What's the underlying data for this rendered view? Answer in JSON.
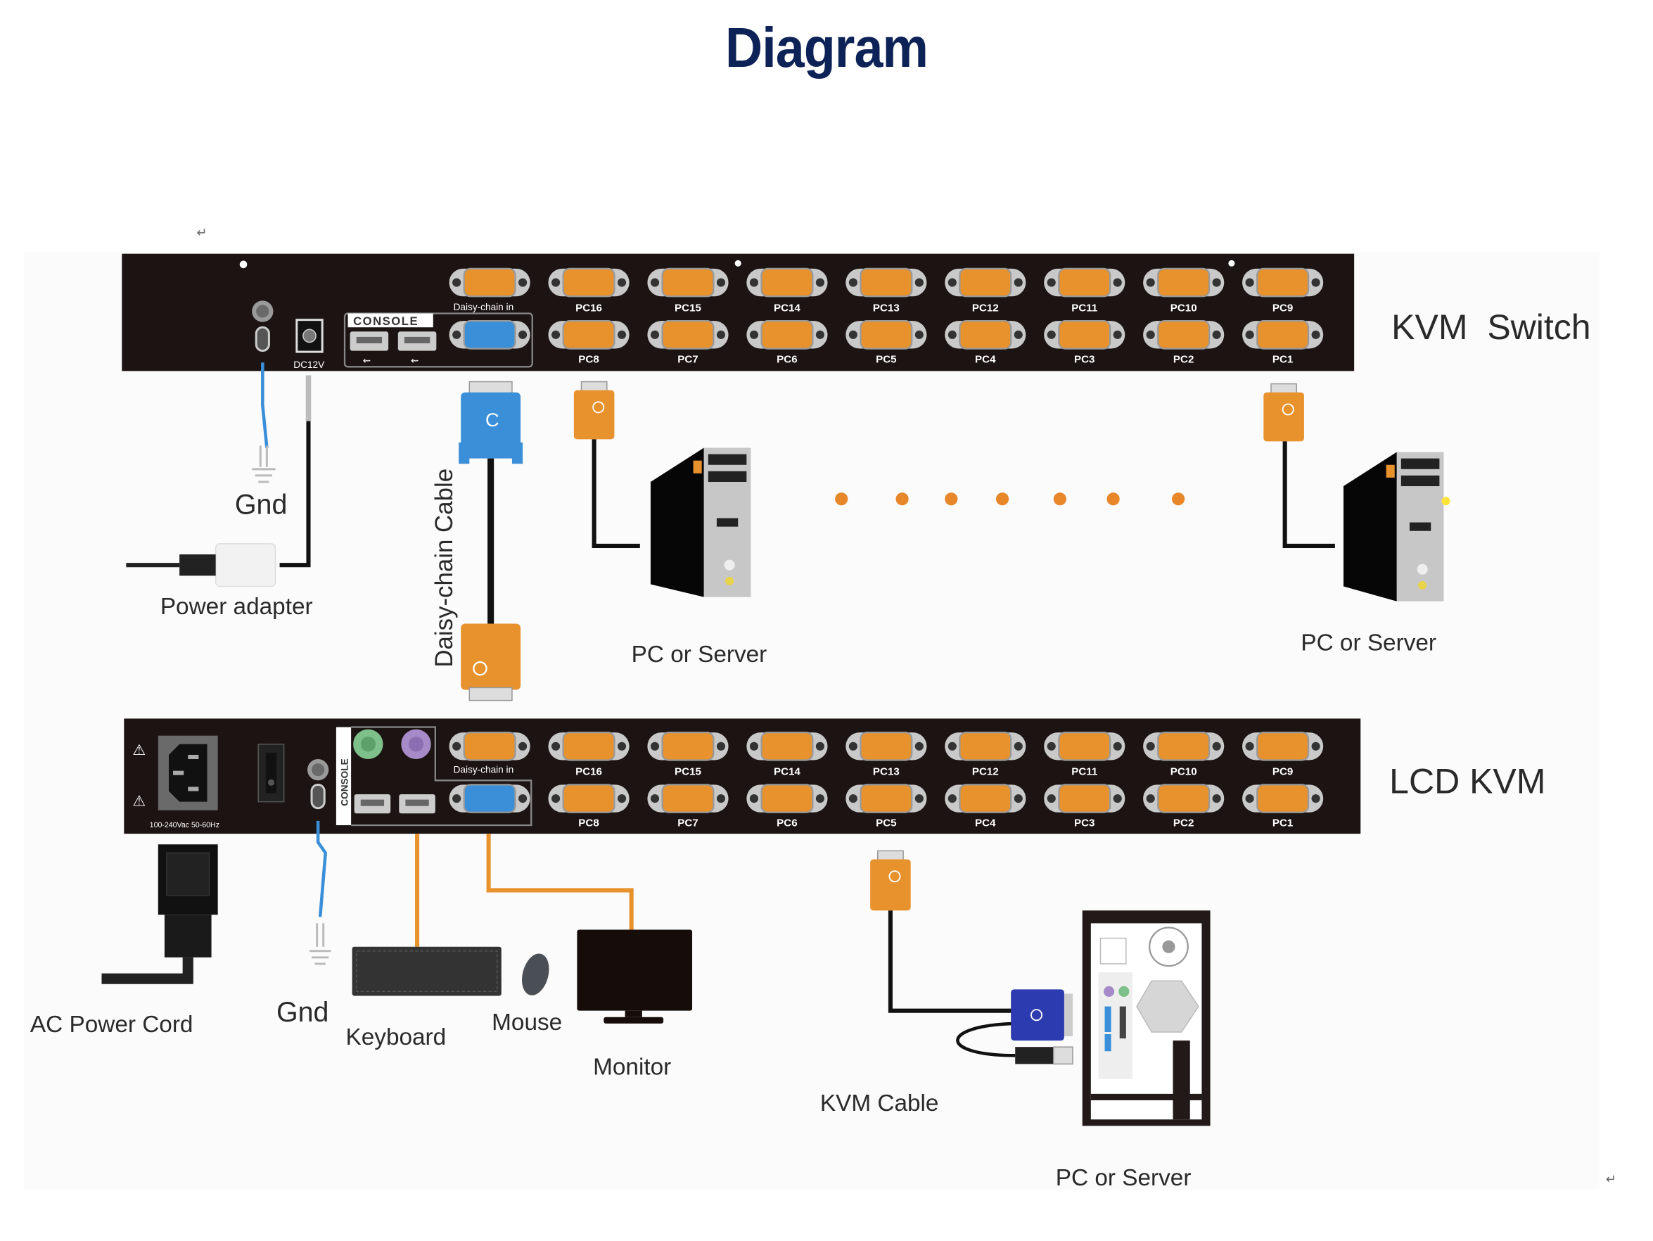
{
  "title": "Diagram",
  "devices": {
    "kvm_switch": {
      "label": "KVM  Switch",
      "console_label": "CONSOLE",
      "daisy_chain_in_label": "Daisy-chain in",
      "dc_label": "DC12V",
      "ports_top": [
        "PC16",
        "PC15",
        "PC14",
        "PC13",
        "PC12",
        "PC11",
        "PC10",
        "PC9"
      ],
      "ports_bottom": [
        "PC8",
        "PC7",
        "PC6",
        "PC5",
        "PC4",
        "PC3",
        "PC2",
        "PC1"
      ]
    },
    "lcd_kvm": {
      "label": "LCD KVM",
      "console_label": "CONSOLE",
      "daisy_chain_in_label": "Daisy-chain in",
      "power_rating": "100-240Vac 50-60Hz",
      "ports_top": [
        "PC16",
        "PC15",
        "PC14",
        "PC13",
        "PC12",
        "PC11",
        "PC10",
        "PC9"
      ],
      "ports_bottom": [
        "PC8",
        "PC7",
        "PC6",
        "PC5",
        "PC4",
        "PC3",
        "PC2",
        "PC1"
      ]
    }
  },
  "labels": {
    "gnd_top": "Gnd",
    "power_adapter": "Power adapter",
    "daisy_chain_cable": "Daisy-chain Cable",
    "pc_server_1": "PC or Server",
    "pc_server_2": "PC or Server",
    "ac_power_cord": "AC Power Cord",
    "gnd_bottom": "Gnd",
    "keyboard": "Keyboard",
    "mouse": "Mouse",
    "monitor": "Monitor",
    "kvm_cable": "KVM Cable",
    "pc_server_3": "PC or Server",
    "return_mark": "↵"
  },
  "colors": {
    "title": "#0d2256",
    "panel": "#1c1412",
    "vga_port": "#e8922e",
    "console_vga": "#3a8fd8",
    "ground_wire": "#3a8fd8",
    "orange_wire": "#e8922e",
    "dots": "#e8862a"
  }
}
